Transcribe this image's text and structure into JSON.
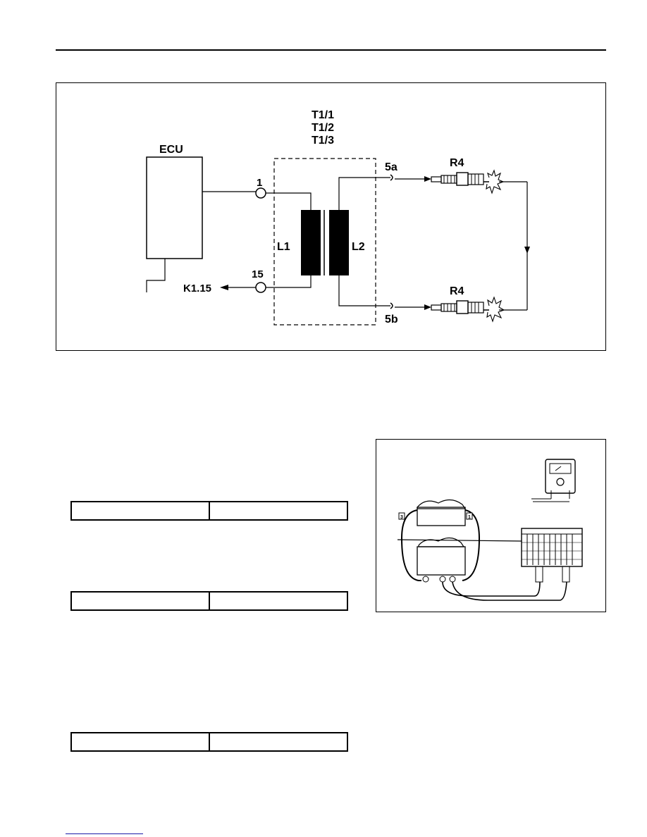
{
  "schematic": {
    "ecu_label": "ECU",
    "coil_labels": [
      "T1/1",
      "T1/2",
      "T1/3"
    ],
    "primary_label": "L1",
    "secondary_label": "L2",
    "terminal_1": "1",
    "terminal_15": "15",
    "k_label": "K1.15",
    "out_a": "5a",
    "out_b": "5b",
    "plug_top": "R4",
    "plug_bottom": "R4"
  },
  "spec_tables": [
    {
      "cells": [
        "",
        ""
      ]
    },
    {
      "cells": [
        "",
        ""
      ]
    },
    {
      "cells": [
        "",
        ""
      ]
    }
  ],
  "photo": {
    "connector_marks": [
      "3",
      "1"
    ]
  }
}
